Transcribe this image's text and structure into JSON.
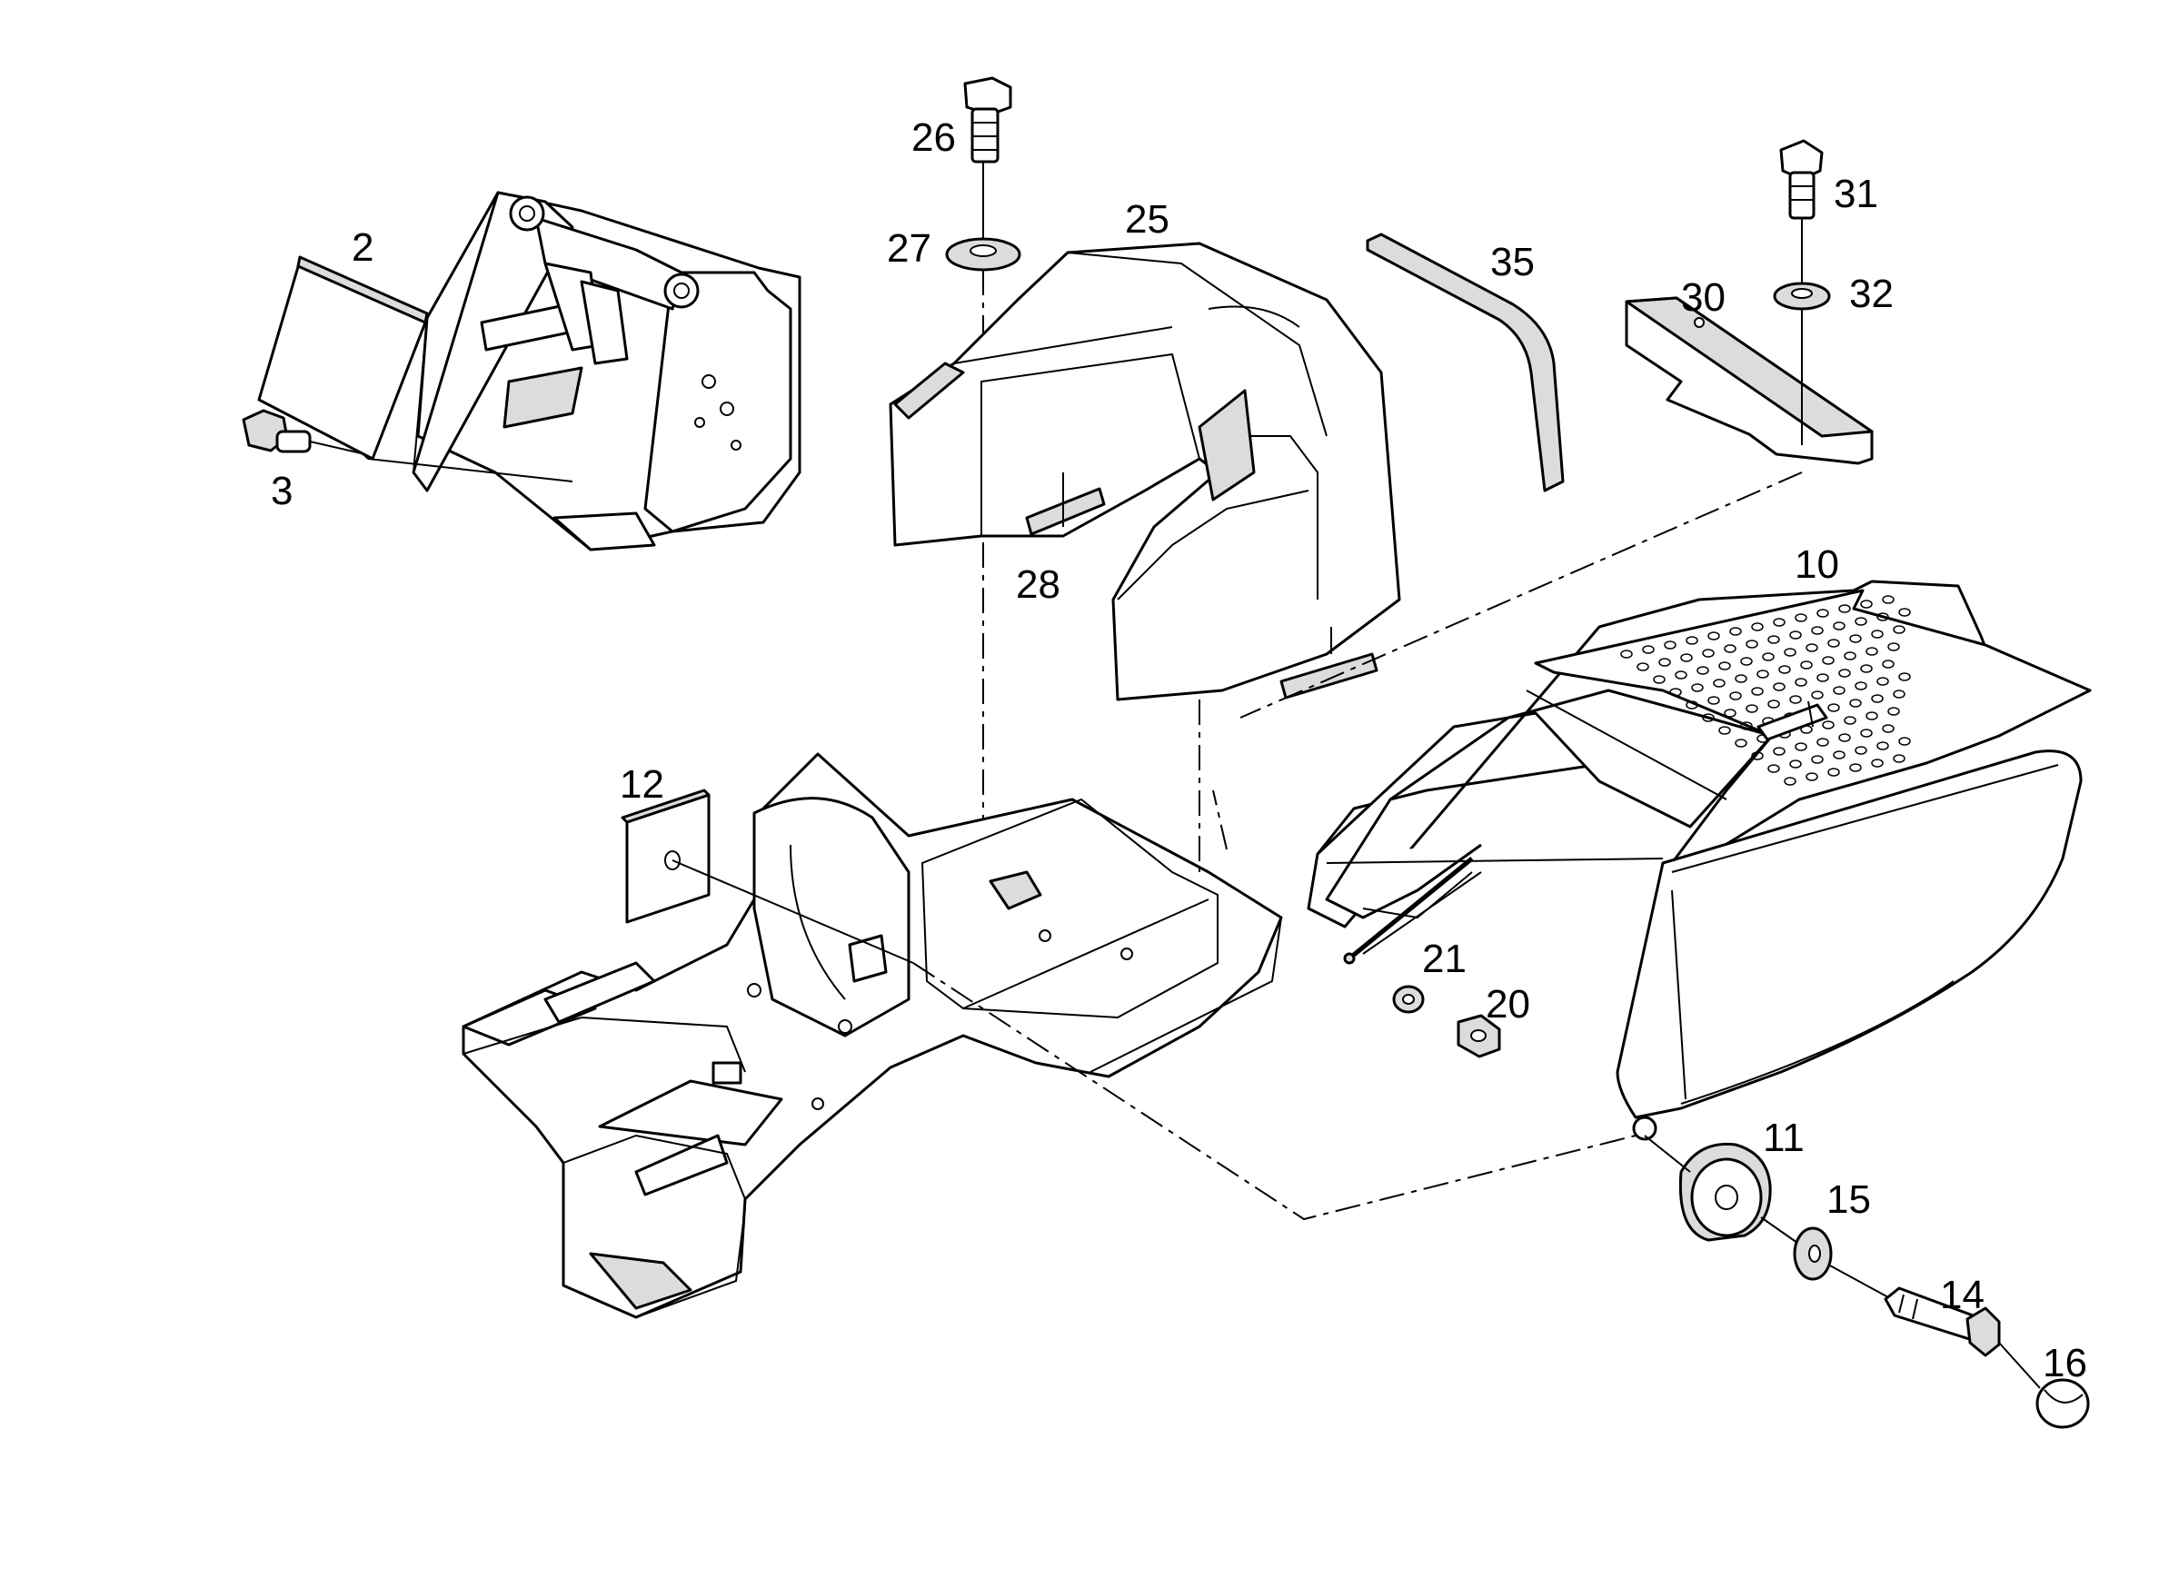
{
  "diagram": {
    "labels": {
      "p2": "2",
      "p3": "3",
      "p10": "10",
      "p11": "11",
      "p12": "12",
      "p14": "14",
      "p15": "15",
      "p16": "16",
      "p20": "20",
      "p21": "21",
      "p25": "25",
      "p26": "26",
      "p27": "27",
      "p28": "28",
      "p30": "30",
      "p31": "31",
      "p32": "32",
      "p35": "35"
    },
    "colors": {
      "line": "#000000",
      "background": "#ffffff",
      "shade": "#dcdcdc"
    }
  }
}
